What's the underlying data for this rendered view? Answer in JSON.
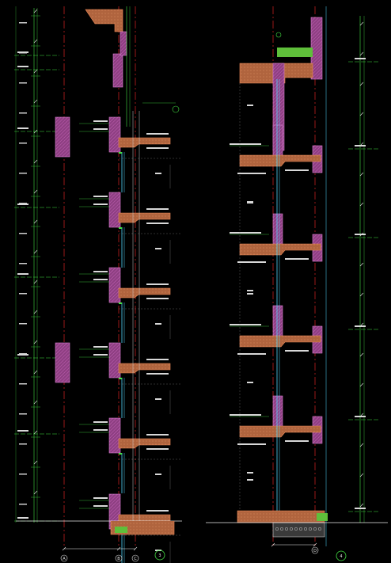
{
  "drawing": {
    "grid_axes": [
      "A",
      "B",
      "C",
      "D"
    ],
    "section_markers": [
      "3",
      "4"
    ]
  }
}
